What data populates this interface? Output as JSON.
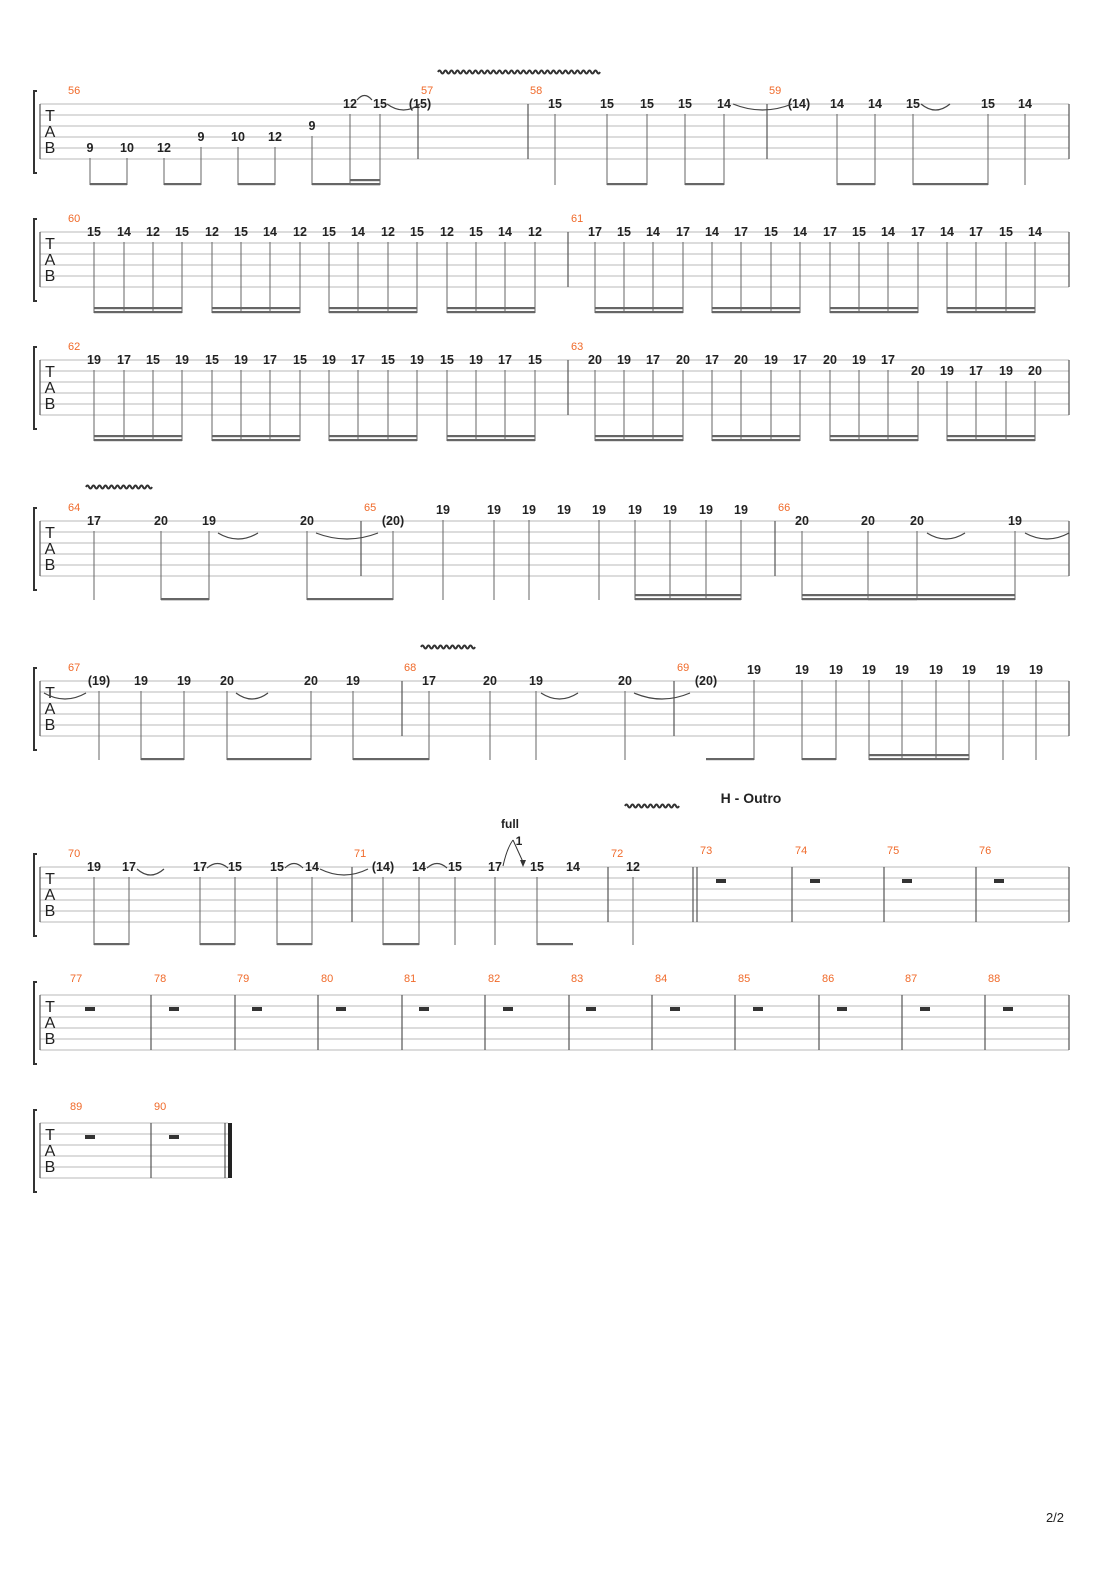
{
  "tab_letters": [
    "T",
    "A",
    "B"
  ],
  "section_label": "H - Outro",
  "bend_label": "full",
  "bend_amount": "1",
  "page_number": "2/2",
  "rest_measures": [
    "73",
    "74",
    "75",
    "76",
    "77",
    "78",
    "79",
    "80",
    "81",
    "82",
    "83",
    "84",
    "85",
    "86",
    "87",
    "88",
    "89",
    "90"
  ],
  "notes": [
    {
      "s": 4,
      "f": "9"
    },
    {
      "s": 4,
      "f": "10"
    },
    {
      "s": 4,
      "f": "12"
    },
    {
      "s": 3,
      "f": "9"
    },
    {
      "s": 3,
      "f": "10"
    },
    {
      "s": 3,
      "f": "12"
    },
    {
      "s": 2,
      "f": "9"
    },
    {
      "s": 0,
      "f": "12"
    },
    {
      "s": 0,
      "f": "15"
    },
    {
      "s": 0,
      "f": "(15)"
    },
    {
      "s": 0,
      "f": "15"
    },
    {
      "s": 0,
      "f": "15"
    },
    {
      "s": 0,
      "f": "15"
    },
    {
      "s": 0,
      "f": "15"
    },
    {
      "s": 0,
      "f": "14"
    },
    {
      "s": 0,
      "f": "(14)"
    },
    {
      "s": 0,
      "f": "14"
    },
    {
      "s": 0,
      "f": "14"
    },
    {
      "s": 0,
      "f": "15"
    },
    {
      "s": 0,
      "f": "15"
    },
    {
      "s": 0,
      "f": "14"
    },
    {
      "s": 0,
      "f": "15"
    },
    {
      "s": 0,
      "f": "14"
    },
    {
      "s": 0,
      "f": "12"
    },
    {
      "s": 0,
      "f": "15"
    },
    {
      "s": 0,
      "f": "12"
    },
    {
      "s": 0,
      "f": "15"
    },
    {
      "s": 0,
      "f": "14"
    },
    {
      "s": 0,
      "f": "12"
    },
    {
      "s": 0,
      "f": "15"
    },
    {
      "s": 0,
      "f": "14"
    },
    {
      "s": 0,
      "f": "12"
    },
    {
      "s": 0,
      "f": "15"
    },
    {
      "s": 0,
      "f": "12"
    },
    {
      "s": 0,
      "f": "15"
    },
    {
      "s": 0,
      "f": "14"
    },
    {
      "s": 0,
      "f": "12"
    },
    {
      "s": 0,
      "f": "17"
    },
    {
      "s": 0,
      "f": "15"
    },
    {
      "s": 0,
      "f": "14"
    },
    {
      "s": 0,
      "f": "17"
    },
    {
      "s": 0,
      "f": "14"
    },
    {
      "s": 0,
      "f": "17"
    },
    {
      "s": 0,
      "f": "15"
    },
    {
      "s": 0,
      "f": "14"
    },
    {
      "s": 0,
      "f": "17"
    },
    {
      "s": 0,
      "f": "15"
    },
    {
      "s": 0,
      "f": "14"
    },
    {
      "s": 0,
      "f": "17"
    },
    {
      "s": 0,
      "f": "14"
    },
    {
      "s": 0,
      "f": "17"
    },
    {
      "s": 0,
      "f": "15"
    },
    {
      "s": 0,
      "f": "14"
    },
    {
      "s": 0,
      "f": "19"
    },
    {
      "s": 0,
      "f": "17"
    },
    {
      "s": 0,
      "f": "15"
    },
    {
      "s": 0,
      "f": "19"
    },
    {
      "s": 0,
      "f": "15"
    },
    {
      "s": 0,
      "f": "19"
    },
    {
      "s": 0,
      "f": "17"
    },
    {
      "s": 0,
      "f": "15"
    },
    {
      "s": 0,
      "f": "19"
    },
    {
      "s": 0,
      "f": "17"
    },
    {
      "s": 0,
      "f": "15"
    },
    {
      "s": 0,
      "f": "19"
    },
    {
      "s": 0,
      "f": "15"
    },
    {
      "s": 0,
      "f": "19"
    },
    {
      "s": 0,
      "f": "17"
    },
    {
      "s": 0,
      "f": "15"
    },
    {
      "s": 0,
      "f": "20"
    },
    {
      "s": 0,
      "f": "19"
    },
    {
      "s": 0,
      "f": "17"
    },
    {
      "s": 0,
      "f": "20"
    },
    {
      "s": 0,
      "f": "17"
    },
    {
      "s": 0,
      "f": "20"
    },
    {
      "s": 0,
      "f": "19"
    },
    {
      "s": 0,
      "f": "17"
    },
    {
      "s": 0,
      "f": "20"
    },
    {
      "s": 0,
      "f": "19"
    },
    {
      "s": 0,
      "f": "17"
    },
    {
      "s": 1,
      "f": "20"
    },
    {
      "s": 1,
      "f": "19"
    },
    {
      "s": 1,
      "f": "17"
    },
    {
      "s": 1,
      "f": "19"
    },
    {
      "s": 1,
      "f": "20"
    },
    {
      "s": 0,
      "f": "17"
    },
    {
      "s": 0,
      "f": "20"
    },
    {
      "s": 0,
      "f": "19"
    },
    {
      "s": 0,
      "f": "20"
    },
    {
      "s": 0,
      "f": "(20)"
    },
    {
      "s": -1,
      "f": "19"
    },
    {
      "s": -1,
      "f": "19"
    },
    {
      "s": -1,
      "f": "19"
    },
    {
      "s": -1,
      "f": "19"
    },
    {
      "s": -1,
      "f": "19"
    },
    {
      "s": -1,
      "f": "19"
    },
    {
      "s": -1,
      "f": "19"
    },
    {
      "s": -1,
      "f": "19"
    },
    {
      "s": -1,
      "f": "19"
    },
    {
      "s": 0,
      "f": "20"
    },
    {
      "s": 0,
      "f": "20"
    },
    {
      "s": 0,
      "f": "20"
    },
    {
      "s": 0,
      "f": "19"
    },
    {
      "s": 0,
      "f": "(19)"
    },
    {
      "s": 0,
      "f": "19"
    },
    {
      "s": 0,
      "f": "19"
    },
    {
      "s": 0,
      "f": "20"
    },
    {
      "s": 0,
      "f": "20"
    },
    {
      "s": 0,
      "f": "19"
    },
    {
      "s": 0,
      "f": "17"
    },
    {
      "s": 0,
      "f": "20"
    },
    {
      "s": 0,
      "f": "19"
    },
    {
      "s": 0,
      "f": "20"
    },
    {
      "s": 0,
      "f": "(20)"
    },
    {
      "s": -1,
      "f": "19"
    },
    {
      "s": -1,
      "f": "19"
    },
    {
      "s": -1,
      "f": "19"
    },
    {
      "s": -1,
      "f": "19"
    },
    {
      "s": -1,
      "f": "19"
    },
    {
      "s": -1,
      "f": "19"
    },
    {
      "s": -1,
      "f": "19"
    },
    {
      "s": -1,
      "f": "19"
    },
    {
      "s": -1,
      "f": "19"
    },
    {
      "s": 0,
      "f": "19"
    },
    {
      "s": 0,
      "f": "17"
    },
    {
      "s": 0,
      "f": "17"
    },
    {
      "s": 0,
      "f": "15"
    },
    {
      "s": 0,
      "f": "15"
    },
    {
      "s": 0,
      "f": "14"
    },
    {
      "s": 0,
      "f": "(14)"
    },
    {
      "s": 0,
      "f": "14"
    },
    {
      "s": 0,
      "f": "15"
    },
    {
      "s": 0,
      "f": "17"
    },
    {
      "s": 0,
      "f": "15"
    },
    {
      "s": 0,
      "f": "14"
    },
    {
      "s": 0,
      "f": "12"
    }
  ],
  "measure_numbers": [
    "56",
    "57",
    "58",
    "59",
    "60",
    "61",
    "62",
    "63",
    "64",
    "65",
    "66",
    "67",
    "68",
    "69",
    "70",
    "71",
    "72"
  ]
}
